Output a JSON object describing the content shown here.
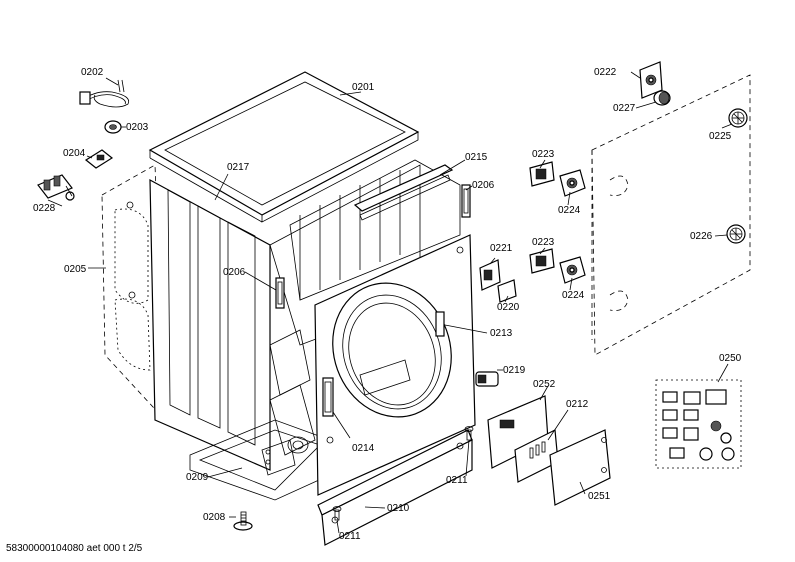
{
  "labels": {
    "p0201": "0201",
    "p0202": "0202",
    "p0203": "0203",
    "p0204": "0204",
    "p0205": "0205",
    "p0206a": "0206",
    "p0206b": "0206",
    "p0208": "0208",
    "p0209": "0209",
    "p0210": "0210",
    "p0211a": "0211",
    "p0211b": "0211",
    "p0212": "0212",
    "p0213": "0213",
    "p0214": "0214",
    "p0215": "0215",
    "p0217": "0217",
    "p0219": "0219",
    "p0220": "0220",
    "p0221": "0221",
    "p0222": "0222",
    "p0223a": "0223",
    "p0223b": "0223",
    "p0224a": "0224",
    "p0224b": "0224",
    "p0225": "0225",
    "p0226": "0226",
    "p0227": "0227",
    "p0228": "0228",
    "p0250": "0250",
    "p0251": "0251",
    "p0252": "0252"
  },
  "footer": "58300000104080 aet 000 t 2/5"
}
